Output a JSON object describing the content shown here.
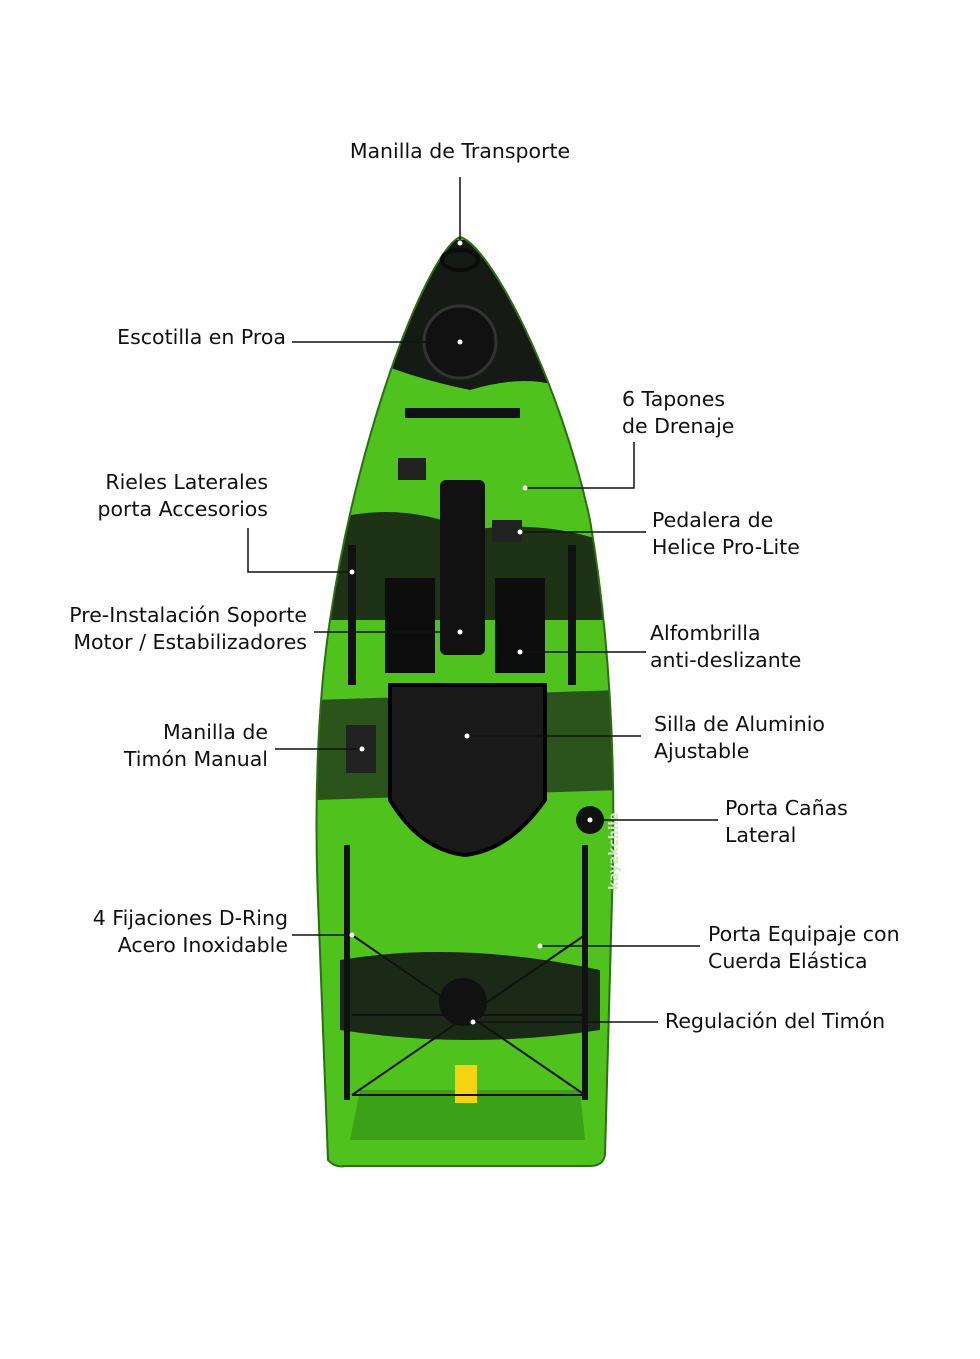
{
  "title": "Kayak feature diagram",
  "brand_text": "kayakchile",
  "colors": {
    "hull_green": "#4fc21e",
    "camo_black": "#151a15",
    "leader_line": "#111111"
  },
  "labels": {
    "transport_handle": [
      "Manilla de Transporte"
    ],
    "bow_hatch": [
      "Escotilla en Proa"
    ],
    "drain_plugs": [
      "6 Tapones",
      "de Drenaje"
    ],
    "side_rails": [
      "Rieles Laterales",
      "porta Accesorios"
    ],
    "pedal_drive": [
      "Pedalera de",
      "Helice Pro-Lite"
    ],
    "motor_mount": [
      "Pre-Instalación Soporte",
      "Motor / Estabilizadores"
    ],
    "anti_slip_mat": [
      "Alfombrilla",
      "anti-deslizante"
    ],
    "rudder_handle": [
      "Manilla de",
      "Timón Manual"
    ],
    "aluminium_seat": [
      "Silla de Aluminio",
      "Ajustable"
    ],
    "rod_holder": [
      "Porta Cañas",
      "Lateral"
    ],
    "d_rings": [
      "4 Fijaciones D-Ring",
      "Acero Inoxidable"
    ],
    "bungee_storage": [
      "Porta Equipaje con",
      "Cuerda Elástica"
    ],
    "rudder_adjust": [
      "Regulación del Timón"
    ]
  }
}
